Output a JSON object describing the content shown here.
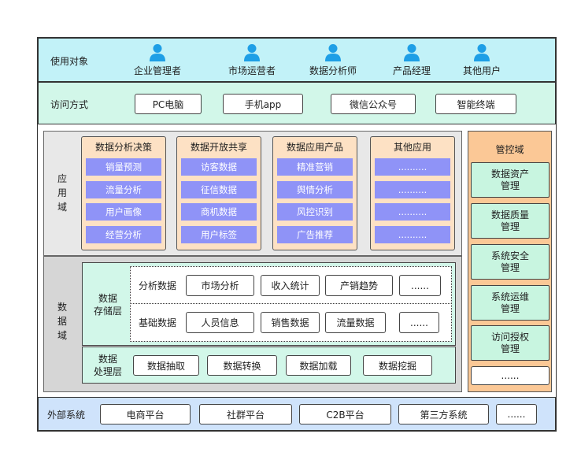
{
  "users": {
    "label": "使用对象",
    "items": [
      "企业管理者",
      "市场运营者",
      "数据分析师",
      "产品经理",
      "其他用户"
    ]
  },
  "access": {
    "label": "访问方式",
    "items": [
      "PC电脑",
      "手机app",
      "微信公众号",
      "智能终端"
    ]
  },
  "app_domain": {
    "label": "应\n用\n域",
    "panels": [
      {
        "title": "数据分析决策",
        "items": [
          "销量预测",
          "流量分析",
          "用户画像",
          "经营分析"
        ]
      },
      {
        "title": "数据开放共享",
        "items": [
          "访客数据",
          "征信数据",
          "商机数据",
          "用户标签"
        ]
      },
      {
        "title": "数据应用产品",
        "items": [
          "精准营销",
          "舆情分析",
          "风控识别",
          "广告推荐"
        ]
      },
      {
        "title": "其他应用",
        "items": [
          "..........",
          "..........",
          "..........",
          ".........."
        ]
      }
    ]
  },
  "data_domain": {
    "label": "数\n据\n域",
    "storage": {
      "label": "数据\n存储层",
      "rows": [
        {
          "label": "分析数据",
          "items": [
            "市场分析",
            "收入统计",
            "产销趋势",
            "......"
          ]
        },
        {
          "label": "基础数据",
          "items": [
            "人员信息",
            "销售数据",
            "流量数据",
            "......"
          ]
        }
      ]
    },
    "processing": {
      "label": "数据\n处理层",
      "items": [
        "数据抽取",
        "数据转换",
        "数据加载",
        "数据挖掘"
      ]
    }
  },
  "control_domain": {
    "title": "管控域",
    "items": [
      "数据资产\n管理",
      "数据质量\n管理",
      "系统安全\n管理",
      "系统运维\n管理",
      "访问授权\n管理",
      "......"
    ]
  },
  "external": {
    "label": "外部系统",
    "items": [
      "电商平台",
      "社群平台",
      "C2B平台",
      "第三方系统",
      "......"
    ]
  },
  "colors": {
    "cyan": "#c2f2f8",
    "mint": "#d2f7e9",
    "gray": "#e8e8e8",
    "gray_dark": "#d6d6d6",
    "peach": "#fde1c4",
    "orange": "#fbc896",
    "purple": "#8f93f7",
    "blue": "#cfe3fb",
    "icon": "#1e9fe6"
  }
}
